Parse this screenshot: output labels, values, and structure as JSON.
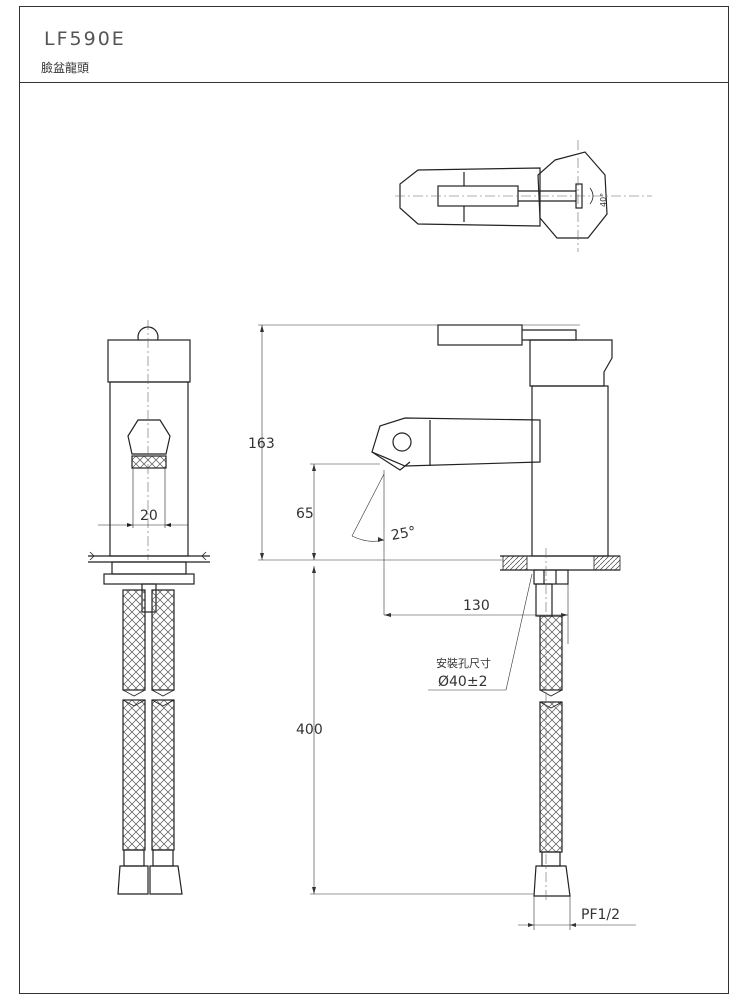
{
  "header": {
    "model": "LF590E",
    "product_name": "臉盆龍頭"
  },
  "dimensions": {
    "total_height": "163",
    "spout_height": "65",
    "spout_angle": "25°",
    "base_width": "20",
    "spout_reach": "130",
    "hose_length": "400",
    "mount_hole_label": "安裝孔尺寸",
    "mount_hole_size": "Ø40±2",
    "thread": "PF1/2"
  },
  "colors": {
    "line": "#222222",
    "dim": "#444444"
  }
}
